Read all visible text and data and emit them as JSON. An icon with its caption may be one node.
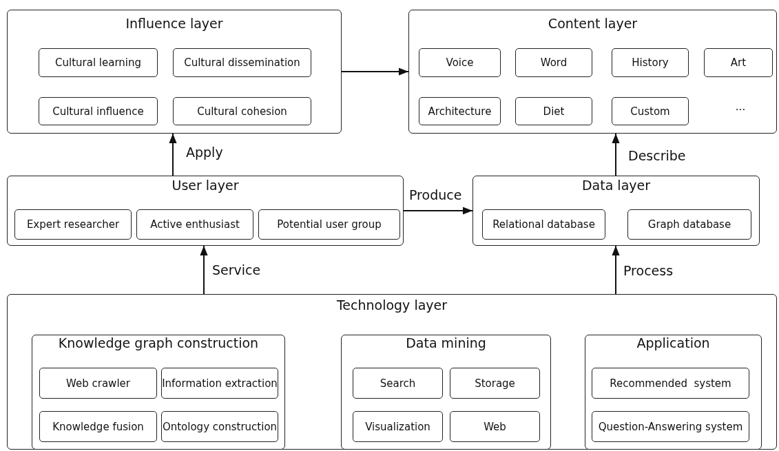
{
  "diagram": {
    "nodes": [
      {
        "text": [
          "Influence layer"
        ]
      },
      {
        "text": [
          "Cultural learning"
        ],
        "in": 0
      },
      {
        "text": [
          "Cultural dissemination"
        ],
        "in": 0
      },
      {
        "text": [
          "Cultural influence"
        ],
        "in": 0
      },
      {
        "text": [
          "Cultural cohesion"
        ],
        "in": 0
      },
      {
        "text": [
          "Content layer"
        ]
      },
      {
        "text": [
          "Voice"
        ],
        "in": 5
      },
      {
        "text": [
          "Word"
        ],
        "in": 5
      },
      {
        "text": [
          "History"
        ],
        "in": 5
      },
      {
        "text": [
          "Art"
        ],
        "in": 5
      },
      {
        "text": [
          "Architecture"
        ],
        "in": 5
      },
      {
        "text": [
          "Diet"
        ],
        "in": 5
      },
      {
        "text": [
          "Custom"
        ],
        "in": 5
      },
      {
        "text": [
          "User layer"
        ]
      },
      {
        "text": [
          "Expert researcher"
        ],
        "in": 13
      },
      {
        "text": [
          "Active enthusiast"
        ],
        "in": 13
      },
      {
        "text": [
          "Potential user group"
        ],
        "in": 13
      },
      {
        "text": [
          "Data layer"
        ]
      },
      {
        "text": [
          "Relational database"
        ],
        "in": 17
      },
      {
        "text": [
          "Graph database"
        ],
        "in": 17
      },
      {
        "text": [
          "Technology layer"
        ]
      },
      {
        "text": [
          "Knowledge graph construction"
        ],
        "in": 20
      },
      {
        "text": [
          "Web crawler"
        ],
        "in": 21
      },
      {
        "text": [
          "Information extraction"
        ],
        "in": 21
      },
      {
        "text": [
          "Knowledge fusion"
        ],
        "in": 21
      },
      {
        "text": [
          "Ontology construction"
        ],
        "in": 21
      },
      {
        "text": [
          "Data mining"
        ],
        "in": 20
      },
      {
        "text": [
          "Search"
        ],
        "in": 26
      },
      {
        "text": [
          "Storage"
        ],
        "in": 26
      },
      {
        "text": [
          "Visualization"
        ],
        "in": 26
      },
      {
        "text": [
          "Web"
        ],
        "in": 26
      },
      {
        "text": [
          "Application"
        ],
        "in": 20
      },
      {
        "text": [
          "Recommended  system"
        ],
        "in": 31
      },
      {
        "text": [
          "Question-Answering system"
        ],
        "in": 31
      }
    ],
    "edges": [
      {
        "from": 0,
        "to": 5,
        "arrow": "to"
      },
      {
        "from": 13,
        "to": 0,
        "arrow": "to",
        "label": "Apply"
      },
      {
        "from": 13,
        "to": 17,
        "arrow": "to",
        "label": "Produce"
      },
      {
        "from": 17,
        "to": 5,
        "arrow": "to",
        "label": "Describe"
      },
      {
        "from": 20,
        "to": 13,
        "arrow": "to",
        "label": "Service"
      },
      {
        "from": 20,
        "to": 17,
        "arrow": "to",
        "label": "Process"
      }
    ],
    "labels": [
      "···"
    ]
  }
}
